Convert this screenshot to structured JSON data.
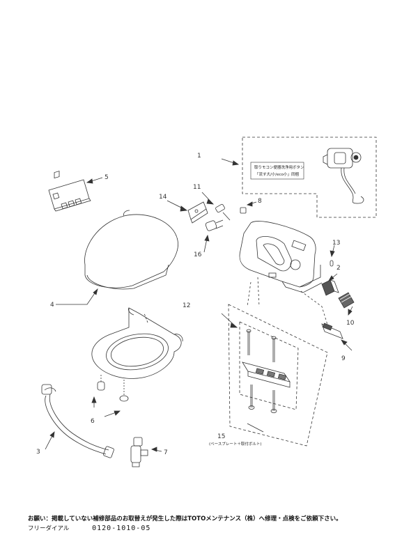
{
  "callouts": [
    "1",
    "2",
    "3",
    "4",
    "5",
    "6",
    "7",
    "8",
    "9",
    "10",
    "11",
    "12",
    "13",
    "14",
    "15",
    "16"
  ],
  "inset": {
    "label_line1": "取りモコン便器洗浄用ボタン",
    "label_line2": "「流す大/小/eco小」同梱"
  },
  "part15_note": "(ベースプレート＋取付ボルト)",
  "footer": {
    "note": "お願い：掲載していない補修部品のお取替えが発生した際はTOTOメンテナンス（株）へ修理・点検をご依頼下さい。",
    "phone_label": "フリーダイアル",
    "phone_number": "0120-1010-05"
  }
}
